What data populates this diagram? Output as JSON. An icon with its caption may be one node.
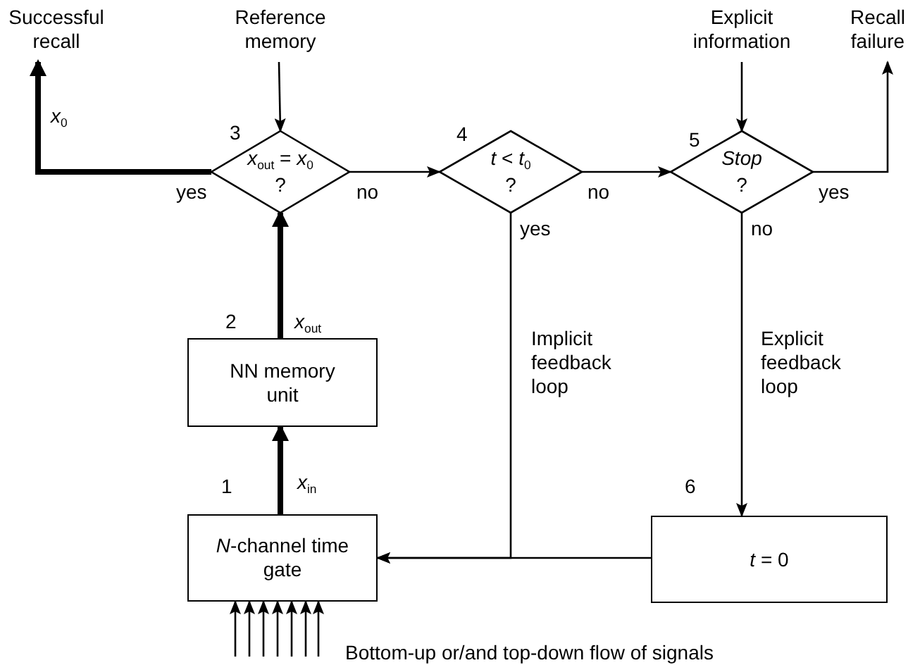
{
  "diagram": {
    "nodes": [
      {
        "text": [
          "Successful recall"
        ]
      },
      {
        "text": [
          "Reference memory"
        ]
      },
      {
        "text": [
          "Explicit information"
        ]
      },
      {
        "text": [
          "Recall failure"
        ]
      },
      {
        "text": [
          "*x*$_{out}$ = *x*$_{0}$",
          "?"
        ],
        "beside": [
          "3"
        ]
      },
      {
        "text": [
          "*t* < *t*$_{0}$",
          "?"
        ],
        "beside": [
          "4"
        ]
      },
      {
        "text": [
          "*Stop*",
          "?"
        ],
        "beside": [
          "5"
        ]
      },
      {
        "text": [
          "NN memory unit"
        ],
        "beside": [
          "2"
        ]
      },
      {
        "text": [
          "*N*-channel time gate"
        ],
        "beside": [
          "1"
        ]
      },
      {
        "text": [
          "*t* = 0"
        ],
        "beside": [
          "6"
        ]
      }
    ],
    "edges": [
      {
        "from": 4,
        "to": 0,
        "arrow": "to",
        "label": "yes",
        "style": "thick"
      },
      {
        "from": 1,
        "to": 4,
        "arrow": "to"
      },
      {
        "from": 4,
        "to": 5,
        "arrow": "to",
        "label": "no"
      },
      {
        "from": 5,
        "to": 8,
        "arrow": "to",
        "label": "yes"
      },
      {
        "from": 5,
        "to": 6,
        "arrow": "to",
        "label": "no"
      },
      {
        "from": 6,
        "to": 3,
        "arrow": "to",
        "label": "yes"
      },
      {
        "from": 2,
        "to": 6,
        "arrow": "to"
      },
      {
        "from": 6,
        "to": 9,
        "arrow": "to",
        "label": "no"
      },
      {
        "from": 9,
        "to": 8,
        "arrow": "to"
      },
      {
        "from": 7,
        "to": 4,
        "arrow": "to",
        "label": "*x*$_{out}$",
        "style": "thick"
      },
      {
        "from": 8,
        "to": 7,
        "arrow": "to",
        "label": "*x*$_{in}$",
        "style": "thick"
      },
      {
        "from": null,
        "to": 8,
        "arrow": "to"
      },
      {
        "from": null,
        "to": 8,
        "arrow": "to"
      },
      {
        "from": null,
        "to": 8,
        "arrow": "to"
      },
      {
        "from": null,
        "to": 8,
        "arrow": "to"
      },
      {
        "from": null,
        "to": 8,
        "arrow": "to"
      },
      {
        "from": null,
        "to": 8,
        "arrow": "to"
      },
      {
        "from": null,
        "to": 8,
        "arrow": "to"
      }
    ],
    "labels": [
      "*x*$_{0}$",
      "Implicit feedback loop",
      "Explicit feedback loop",
      "Bottom-up or/and top-down flow of signals"
    ]
  }
}
